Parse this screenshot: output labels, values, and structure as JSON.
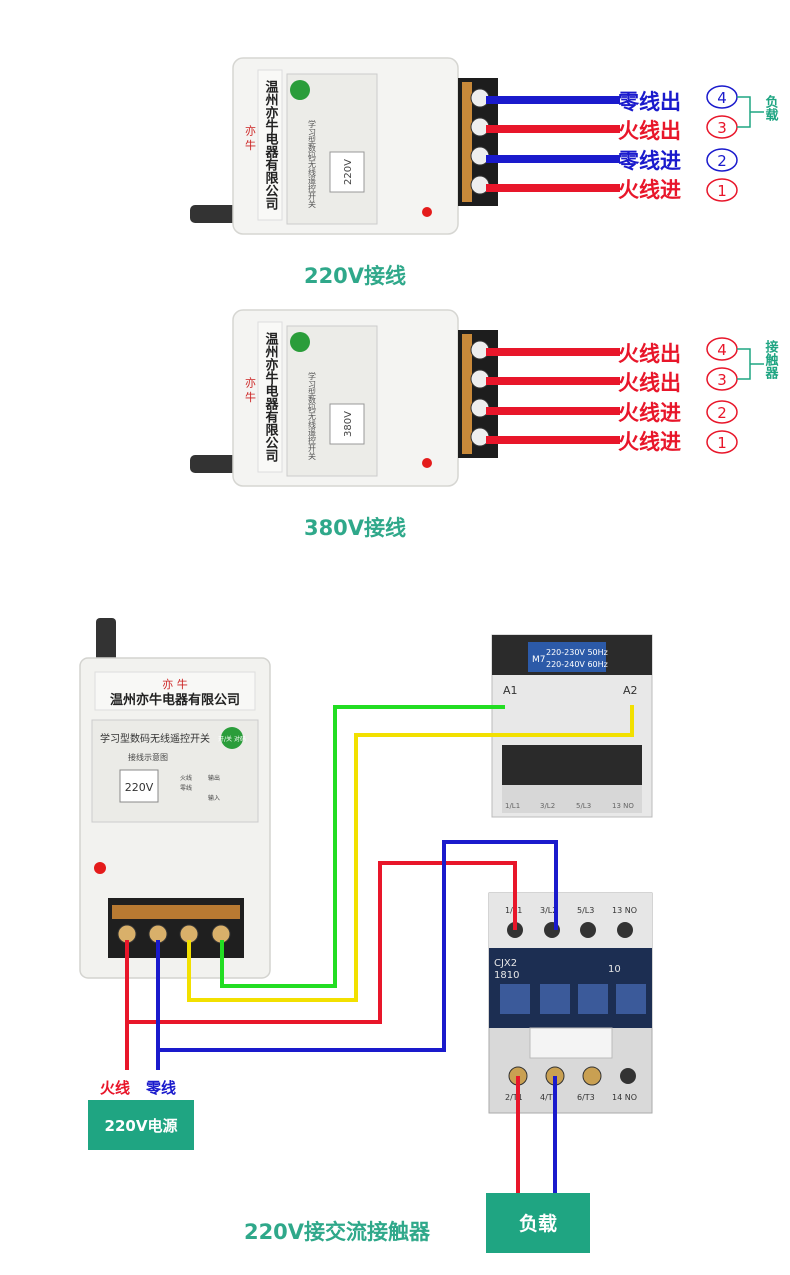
{
  "module_brand": "亦 牛",
  "module_company": "温州亦牛电器有限公司",
  "module_product": "学习型数码无线遥控开关",
  "module_diagram_title": "接线示意图",
  "module_badge": "开/关 对码",
  "module_output_label": "输出",
  "module_input_label": "输入",
  "module_live_label": "火线",
  "module_neutral_label": "零线",
  "section1": {
    "title": "220V接线",
    "voltage": "220V",
    "group_label": "负载",
    "wires": [
      {
        "label": "零线出",
        "number": "4",
        "color": "#1a1acc"
      },
      {
        "label": "火线出",
        "number": "3",
        "color": "#e8162a"
      },
      {
        "label": "零线进",
        "number": "2",
        "color": "#1a1acc"
      },
      {
        "label": "火线进",
        "number": "1",
        "color": "#e8162a"
      }
    ]
  },
  "section2": {
    "title": "380V接线",
    "voltage": "380V",
    "group_label": "接触器",
    "wires": [
      {
        "label": "火线出",
        "number": "4",
        "color": "#e8162a"
      },
      {
        "label": "火线出",
        "number": "3",
        "color": "#e8162a"
      },
      {
        "label": "火线进",
        "number": "2",
        "color": "#e8162a"
      },
      {
        "label": "火线进",
        "number": "1",
        "color": "#e8162a"
      }
    ]
  },
  "section3": {
    "title": "220V接交流接触器",
    "module_voltage": "220V",
    "coil_spec_1": "220-230V 50Hz",
    "coil_spec_2": "220-240V 60Hz",
    "coil_model": "M7",
    "coil_a1": "A1",
    "coil_a2": "A2",
    "contactor_model_1": "CJX2",
    "contactor_model_2": "1810",
    "contactor_rating": "10",
    "top_terminals": [
      "1/L1",
      "3/L2",
      "5/L3",
      "13 NO"
    ],
    "bottom_terminals": [
      "2/T1",
      "4/T2",
      "6/T3",
      "14 NO"
    ],
    "aux_bottom_terminals": [
      "1/L1",
      "3/L2",
      "5/L3",
      "13 NO"
    ],
    "live_label": "火线",
    "neutral_label": "零线",
    "power_label": "220V电源",
    "load_label": "负载"
  },
  "colors": {
    "live": "#e8162a",
    "neutral": "#1a1acc",
    "green_wire": "#22dd22",
    "yellow_wire": "#f2e000",
    "teal": "#1fa582",
    "section_title": "#2fa88a"
  }
}
